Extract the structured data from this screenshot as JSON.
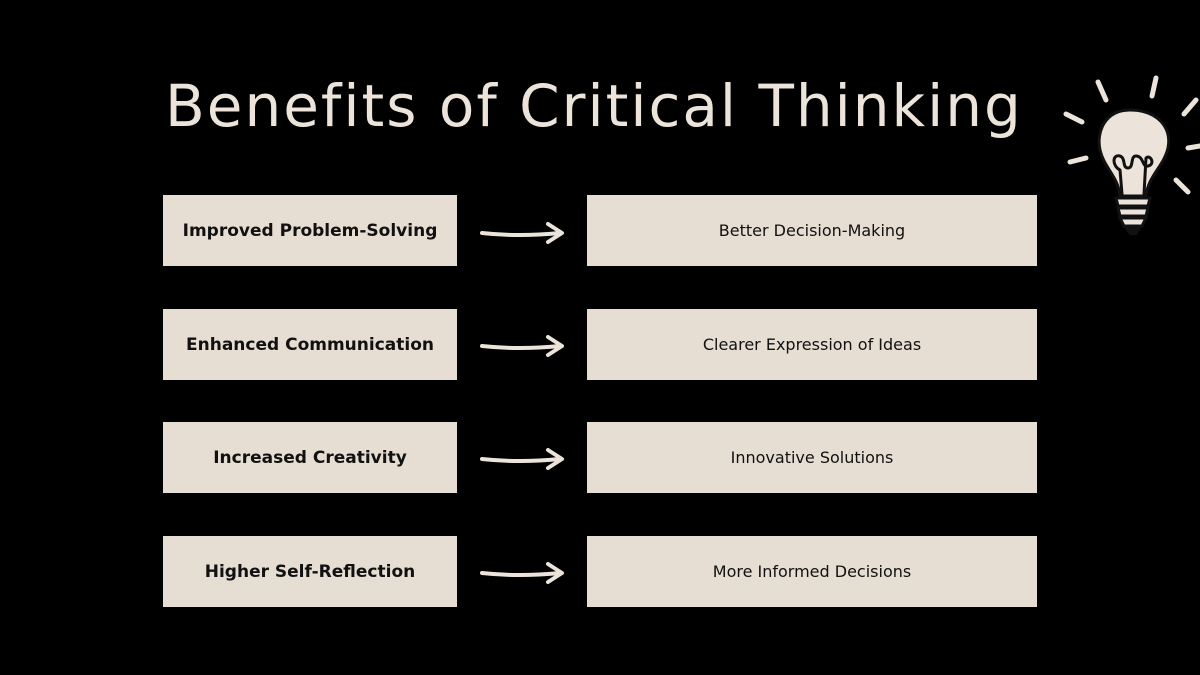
{
  "slide": {
    "title": "Benefits of Critical Thinking",
    "rows": [
      {
        "benefit": "Improved Problem-Solving",
        "outcome": "Better Decision-Making"
      },
      {
        "benefit": "Enhanced Communication",
        "outcome": "Clearer Expression of Ideas"
      },
      {
        "benefit": "Increased Creativity",
        "outcome": "Innovative Solutions"
      },
      {
        "benefit": "Higher Self-Reflection",
        "outcome": "More Informed Decisions"
      }
    ]
  },
  "colors": {
    "background": "#000000",
    "box_fill": "#e6ddd3",
    "title_text": "#ece4da",
    "arrow": "#ece4da"
  },
  "icons": {
    "arrow": "arrow-right-icon",
    "decoration": "lightbulb-icon"
  }
}
